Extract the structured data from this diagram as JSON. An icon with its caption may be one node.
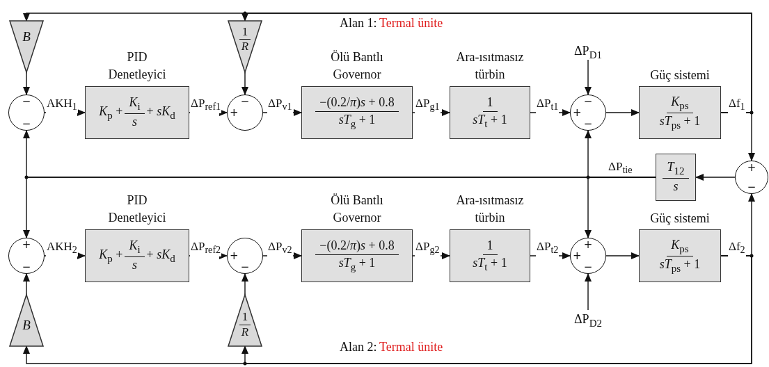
{
  "diagram": {
    "nodes": [
      {
        "text": [
          "B"
        ]
      },
      {
        "text": [
          "1",
          "R"
        ]
      },
      {
        "text": [
          "ΔP$_{D1}$"
        ]
      },
      {
        "text": [
          "−",
          "−"
        ]
      },
      {
        "text": [
          "PID Denetleyici",
          "*K*$_{p}$ +",
          "*K*$_{i}$",
          "*s*",
          "+ *sK*$_{d}$"
        ]
      },
      {
        "text": [
          "−",
          "+"
        ]
      },
      {
        "text": [
          "Ölü Bantlı Governor",
          "−(0.2/*π*)*s* + 0.8",
          "*sT*$_{g}$ + 1"
        ]
      },
      {
        "text": [
          "Ara-ısıtmasız türbin",
          "1",
          "*sT*$_{t}$ + 1"
        ]
      },
      {
        "text": [
          "−",
          "+",
          "−"
        ]
      },
      {
        "text": [
          "Güç sistemi",
          "*K*$_{ps}$",
          "*sT*$_{ps}$ + 1"
        ]
      },
      {
        "text": [
          "*T*$_{12}$",
          "*s*"
        ]
      },
      {
        "text": [
          "+",
          "−"
        ]
      },
      {
        "text": [
          "+",
          "−"
        ]
      },
      {
        "text": [
          "PID Denetleyici",
          "*K*$_{p}$ +",
          "*K*$_{i}$",
          "*s*",
          "+ *sK*$_{d}$"
        ]
      },
      {
        "text": [
          "+",
          "−"
        ]
      },
      {
        "text": [
          "Ölü Bantlı Governor",
          "−(0.2/*π*)*s* + 0.8",
          "*sT*$_{g}$ + 1"
        ]
      },
      {
        "text": [
          "Ara-ısıtmasız türbin",
          "1",
          "*sT*$_{t}$ + 1"
        ]
      },
      {
        "text": [
          "+",
          "+",
          "−"
        ]
      },
      {
        "text": [
          "Güç sistemi",
          "*K*$_{ps}$",
          "*sT*$_{ps}$ + 1"
        ]
      },
      {
        "text": [
          "B"
        ]
      },
      {
        "text": [
          "1",
          "R"
        ]
      },
      {
        "text": [
          "ΔP$_{D2}$"
        ]
      }
    ],
    "edges": [
      {
        "from": 2,
        "to": 8,
        "arrow": "to"
      },
      {
        "from": 0,
        "to": 3,
        "arrow": "to"
      },
      {
        "from": 1,
        "to": 5,
        "arrow": "to"
      },
      {
        "from": 3,
        "to": 4,
        "arrow": "to",
        "label": "AKH$_{1}$"
      },
      {
        "from": 4,
        "to": 5,
        "arrow": "to",
        "label": "ΔP$_{ref1}$"
      },
      {
        "from": 5,
        "to": 6,
        "arrow": "to",
        "label": "ΔP$_{v1}$"
      },
      {
        "from": 6,
        "to": 7,
        "arrow": "to",
        "label": "ΔP$_{g1}$"
      },
      {
        "from": 7,
        "to": 8,
        "arrow": "to",
        "label": "ΔP$_{t1}$"
      },
      {
        "from": 8,
        "to": 9,
        "arrow": "to"
      },
      {
        "from": 9,
        "to": 11,
        "arrow": "to",
        "label": "Δf$_{1}$"
      },
      {
        "from": 9,
        "to": 0,
        "arrow": "to"
      },
      {
        "from": 9,
        "to": 1,
        "arrow": "to"
      },
      {
        "from": 11,
        "to": 10,
        "arrow": "to"
      },
      {
        "from": 10,
        "to": 8,
        "arrow": "to",
        "label": "ΔP$_{tie}$"
      },
      {
        "from": 10,
        "to": 17,
        "arrow": "to"
      },
      {
        "from": 10,
        "to": 3,
        "arrow": "to"
      },
      {
        "from": 10,
        "to": 12,
        "arrow": "to"
      },
      {
        "from": 12,
        "to": 13,
        "arrow": "to",
        "label": "AKH$_{2}$"
      },
      {
        "from": 13,
        "to": 14,
        "arrow": "to",
        "label": "ΔP$_{ref2}$"
      },
      {
        "from": 14,
        "to": 15,
        "arrow": "to",
        "label": "ΔP$_{v2}$"
      },
      {
        "from": 15,
        "to": 16,
        "arrow": "to",
        "label": "ΔP$_{g2}$"
      },
      {
        "from": 16,
        "to": 17,
        "arrow": "to",
        "label": "ΔP$_{t2}$"
      },
      {
        "from": 17,
        "to": 18,
        "arrow": "to"
      },
      {
        "from": 18,
        "to": 11,
        "arrow": "to",
        "label": "Δf$_{2}$"
      },
      {
        "from": 18,
        "to": 19,
        "arrow": "to"
      },
      {
        "from": 18,
        "to": 20,
        "arrow": "to"
      },
      {
        "from": 19,
        "to": 12,
        "arrow": "to"
      },
      {
        "from": 20,
        "to": 14,
        "arrow": "to"
      },
      {
        "from": 21,
        "to": 17,
        "arrow": "to"
      }
    ],
    "labels": [
      "Alan 1:",
      "Termal ünite",
      "Alan 2:",
      "Termal ünite"
    ]
  }
}
